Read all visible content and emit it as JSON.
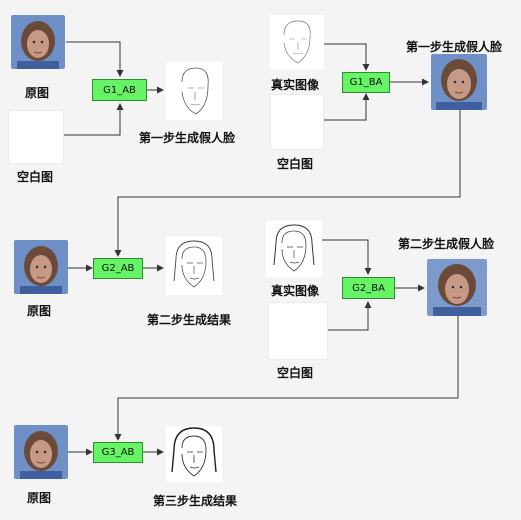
{
  "labels": {
    "original": "原图",
    "blank": "空白图",
    "real": "真实图像",
    "step1_fake": "第一步生成假人脸",
    "step2_fake": "第二步生成假人脸",
    "step2_result": "第二步生成结果",
    "step3_result": "第三步生成结果"
  },
  "nodes": {
    "g1_ab": "G1_AB",
    "g1_ba": "G1_BA",
    "g2_ab": "G2_AB",
    "g2_ba": "G2_BA",
    "g3_ab": "G3_AB"
  },
  "colors": {
    "node_fill": "#66f366",
    "line": "#333333",
    "skin": "#c79a86",
    "hair": "#6b4a3a",
    "shirt": "#3f5f9e",
    "photo_bg": "#6f8fc7"
  },
  "icons": [
    "face-photo-icon",
    "face-sketch-icon",
    "arrow-icon"
  ]
}
